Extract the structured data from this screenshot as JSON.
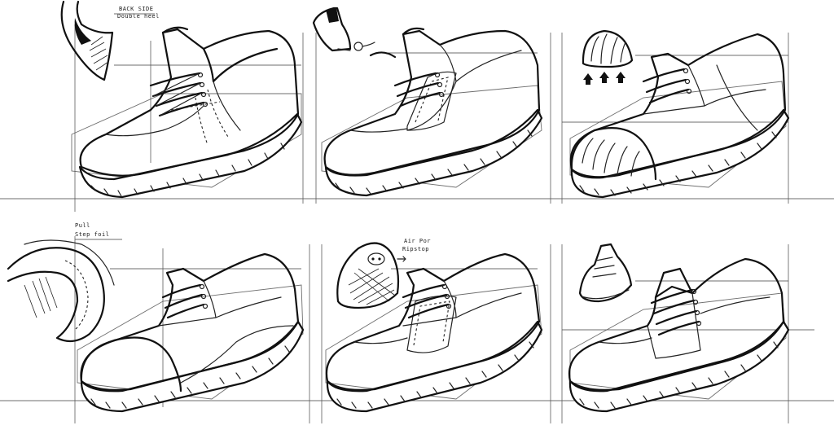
{
  "sheet": {
    "notes": [
      "BACK SIDE",
      "Double heel",
      "Pull",
      "Step foil",
      "Air Por",
      "Ripstop"
    ]
  }
}
